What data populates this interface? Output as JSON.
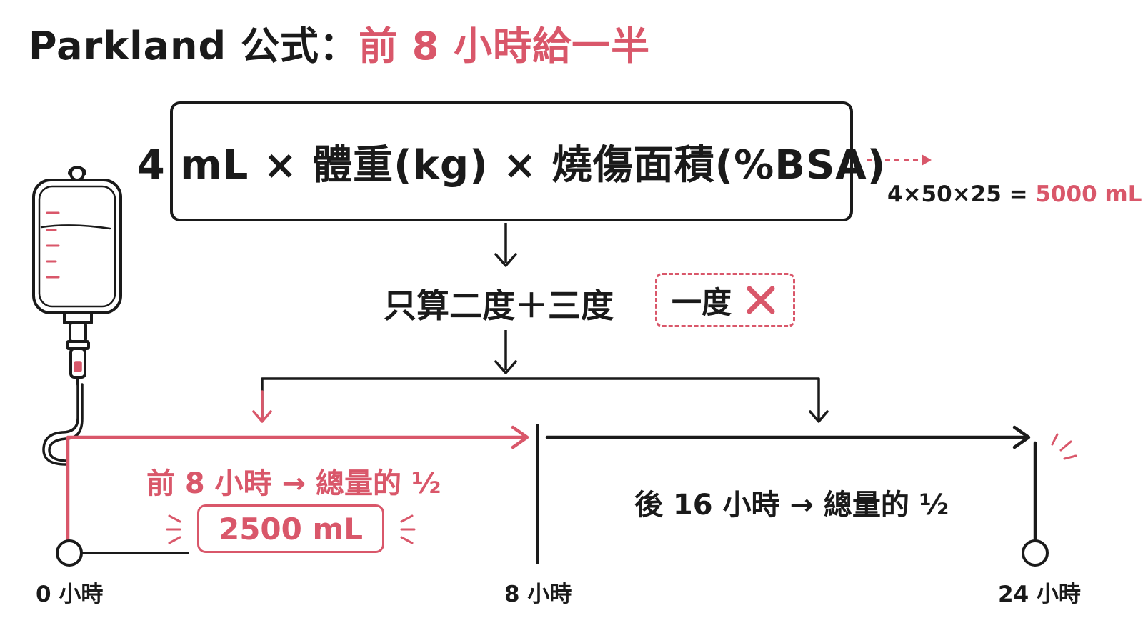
{
  "title": {
    "prefix": "Parkland 公式：",
    "highlight": "前 8 小時給一半"
  },
  "formula": {
    "text": "4 mL × 體重(kg) × 燒傷面積(%BSA)"
  },
  "example": {
    "expression": "4×50×25 = ",
    "result": "5000 mL"
  },
  "degrees": {
    "included": "只算二度＋三度",
    "excluded": "一度"
  },
  "timeline": {
    "first_phase_label": "前 8 小時 → 總量的 ½",
    "first_phase_dose": "2500 mL",
    "second_phase_label": "後 16 小時 → 總量的 ½",
    "time_0": "0 小時",
    "time_8": "8 小時",
    "time_24": "24 小時"
  },
  "icons": [
    "iv-bag-icon",
    "cross-icon",
    "dotted-arrow-icon"
  ],
  "colors": {
    "accent": "#d9576a",
    "ink": "#1a1a1a"
  }
}
